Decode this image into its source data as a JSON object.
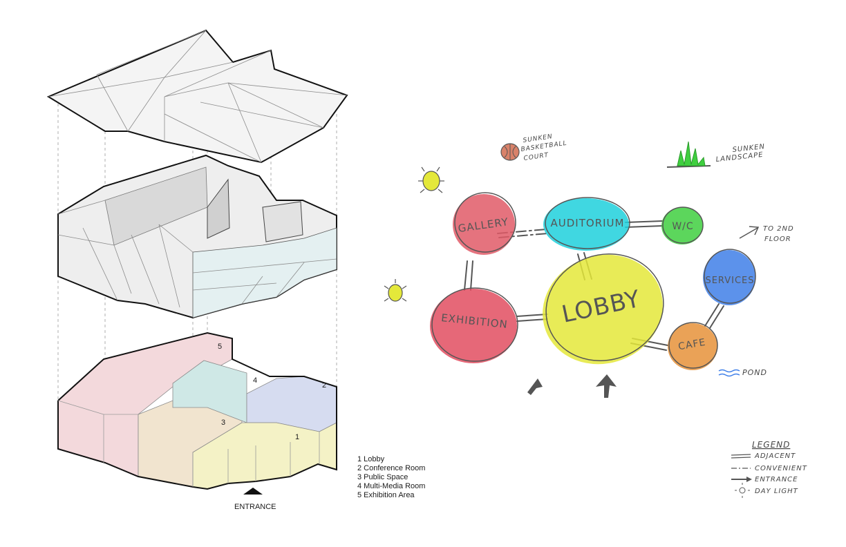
{
  "axon": {
    "zone_numbers": [
      "1",
      "2",
      "3",
      "4",
      "5"
    ],
    "key": [
      "1 Lobby",
      "2 Conference Room",
      "3 Public Space",
      "4 Multi-Media Room",
      "5 Exhibition Area"
    ],
    "entrance_label": "ENTRANCE"
  },
  "bubbles": {
    "gallery": "GALLERY",
    "auditorium": "AUDITORIUM",
    "wc": "W/C",
    "exhibition": "EXHIBITION",
    "lobby": "LOBBY",
    "services": "SERVICES",
    "cafe": "CAFE"
  },
  "notes": {
    "sunken_court": [
      "SUNKEN",
      "BASKETBALL",
      "COURT"
    ],
    "sunken_landscape": [
      "SUNKEN",
      "LANDSCAPE"
    ],
    "to_2nd_floor": [
      "TO 2ND",
      "FLOOR"
    ],
    "pond": "POND"
  },
  "legend": {
    "title": "LEGEND",
    "items": [
      "ADJACENT",
      "CONVENIENT",
      "ENTRANCE",
      "DAY LIGHT"
    ]
  },
  "colors": {
    "gallery": "#e05a67",
    "auditorium": "#1fd0dc",
    "wc": "#3fcf3f",
    "exhibition": "#e24e60",
    "lobby": "#e4e83a",
    "services": "#3f7fe8",
    "cafe": "#e6923a",
    "zone_lobby": "#f4f2c6",
    "zone_conference": "#d6dcf0",
    "zone_public": "#f1e4cf",
    "zone_multimedia": "#cfe8e6",
    "zone_exhibition": "#f3d9dc"
  }
}
